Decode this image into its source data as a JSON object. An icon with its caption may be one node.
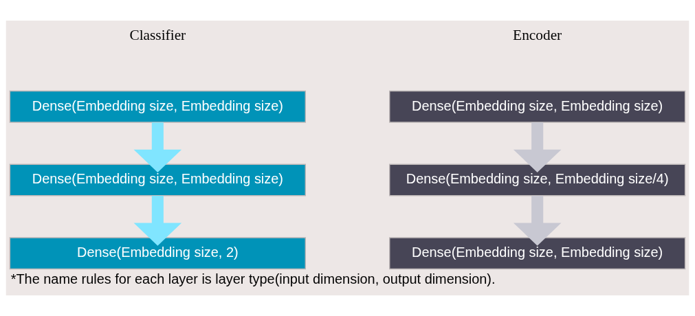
{
  "diagram": {
    "caption": "*The name rules for each layer is layer type(input dimension, output dimension).",
    "nodes": [
      {
        "text": [
          "Dense(Embedding size, Embedding size)"
        ]
      },
      {
        "text": [
          "Dense(Embedding size, Embedding size)"
        ]
      },
      {
        "text": [
          "Dense(Embedding size, 2)"
        ]
      },
      {
        "text": [
          "Dense(Embedding size, Embedding size)"
        ]
      },
      {
        "text": [
          "Dense(Embedding size, Embedding size/4)"
        ]
      },
      {
        "text": [
          "Dense(Embedding size, Embedding size)"
        ]
      }
    ],
    "edges": [
      {
        "from": 0,
        "to": 1,
        "arrow": "to",
        "color": "#80e5ff"
      },
      {
        "from": 1,
        "to": 2,
        "arrow": "to",
        "color": "#80e5ff"
      },
      {
        "from": 3,
        "to": 4,
        "arrow": "to",
        "color": "#c8c8d2"
      },
      {
        "from": 4,
        "to": 5,
        "arrow": "to",
        "color": "#c8c8d2"
      }
    ],
    "labels": [
      "Classifier",
      "Encoder"
    ]
  }
}
